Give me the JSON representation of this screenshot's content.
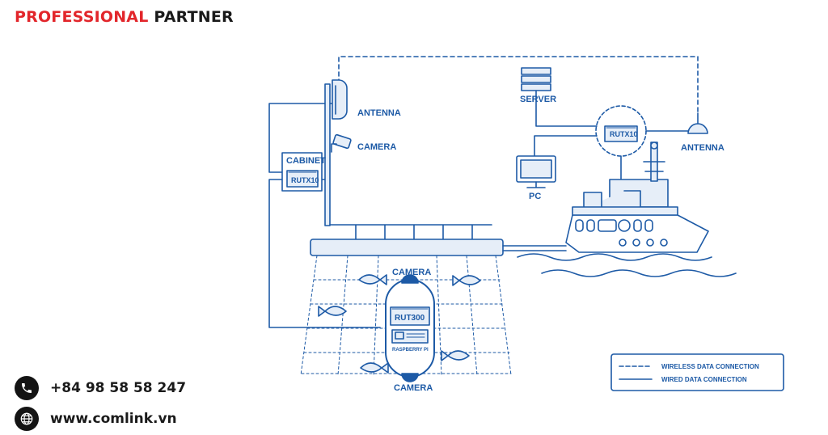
{
  "brand": {
    "part1": "PROFESSIONAL",
    "part2": "PARTNER"
  },
  "contact": {
    "phone": "+84 98 58 58 247",
    "website": "www.comlink.vn"
  },
  "diagram": {
    "labels": {
      "antenna_pole": "ANTENNA",
      "camera_pole": "CAMERA",
      "cabinet": "CABINET",
      "cabinet_router": "RUTX10",
      "server": "SERVER",
      "ship_router": "RUTX10",
      "antenna_ship": "ANTENNA",
      "pc": "PC",
      "camera_top": "CAMERA",
      "camera_bottom": "CAMERA",
      "rut300": "RUT300",
      "raspberry": "RASPBERRY PI"
    },
    "legend": {
      "wireless": "WIRELESS DATA CONNECTION",
      "wired": "WIRED DATA CONNECTION"
    },
    "colors": {
      "line": "#1d5aa6",
      "fill_light": "#e6eef8",
      "brand_red": "#e2262b"
    }
  }
}
